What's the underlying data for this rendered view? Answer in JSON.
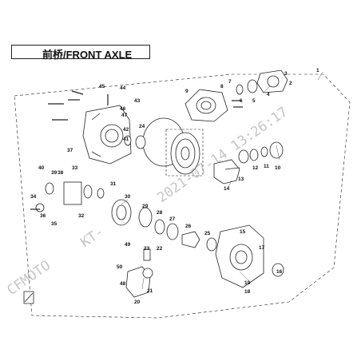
{
  "title": "前桥/FRONT AXLE",
  "watermark": {
    "brand": "CFMOTO",
    "datetime": "2021-07-14  13:26:17",
    "fragment": "KT-"
  },
  "callouts": [
    "1",
    "2",
    "3",
    "4",
    "5",
    "6",
    "7",
    "8",
    "9",
    "10",
    "11",
    "12",
    "13",
    "14",
    "15",
    "16",
    "17",
    "18",
    "19",
    "20",
    "21",
    "22",
    "23",
    "24",
    "25",
    "26",
    "27",
    "28",
    "29",
    "30",
    "31",
    "32",
    "33",
    "34",
    "35",
    "36",
    "37",
    "38",
    "39",
    "40",
    "41",
    "42",
    "43",
    "44",
    "45",
    "46",
    "47",
    "48",
    "49",
    "50"
  ],
  "colors": {
    "line": "#222222",
    "watermark": "#9a9a9a",
    "background": "#ffffff"
  }
}
